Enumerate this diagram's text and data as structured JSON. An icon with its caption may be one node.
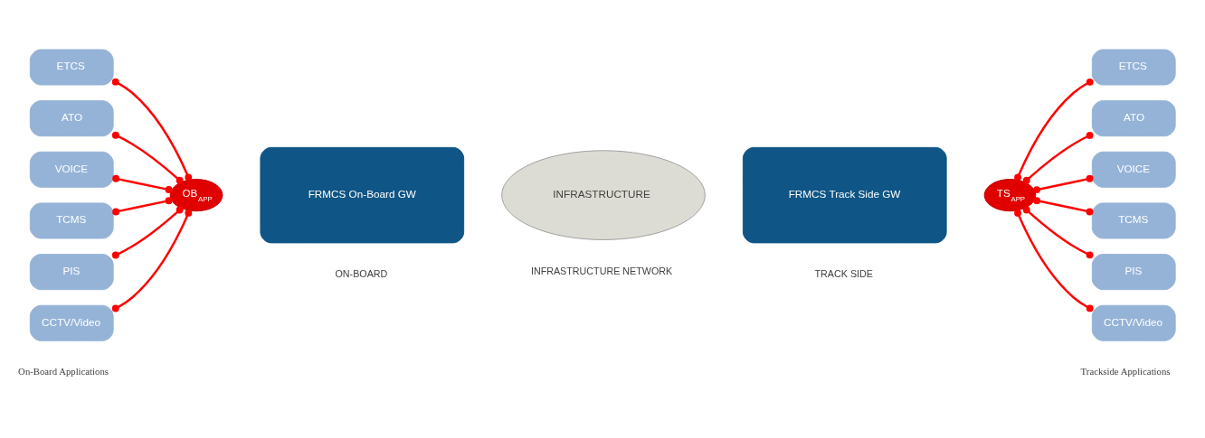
{
  "diagram": {
    "nodes": [
      {
        "text": [
          "ETCS"
        ]
      },
      {
        "text": [
          "ATO"
        ]
      },
      {
        "text": [
          "VOICE"
        ]
      },
      {
        "text": [
          "TCMS"
        ]
      },
      {
        "text": [
          "PIS"
        ]
      },
      {
        "text": [
          "CCTV/Video"
        ]
      },
      {
        "text": [
          "OB$_{APP}$"
        ]
      },
      {
        "text": [
          "FRMCS On-Board GW"
        ]
      },
      {
        "text": [
          "INFRASTRUCTURE"
        ]
      },
      {
        "text": [
          "FRMCS Track Side GW"
        ]
      },
      {
        "text": [
          "TS$_{APP}$"
        ]
      },
      {
        "text": [
          "ETCS"
        ]
      },
      {
        "text": [
          "ATO"
        ]
      },
      {
        "text": [
          "VOICE"
        ]
      },
      {
        "text": [
          "TCMS"
        ]
      },
      {
        "text": [
          "PIS"
        ]
      },
      {
        "text": [
          "CCTV/Video"
        ]
      }
    ],
    "edges": [
      {
        "from": 0,
        "to": 6,
        "arrow": "other"
      },
      {
        "from": 1,
        "to": 6,
        "arrow": "other"
      },
      {
        "from": 2,
        "to": 6,
        "arrow": "other"
      },
      {
        "from": 3,
        "to": 6,
        "arrow": "other"
      },
      {
        "from": 4,
        "to": 6,
        "arrow": "other"
      },
      {
        "from": 5,
        "to": 6,
        "arrow": "other"
      },
      {
        "from": 10,
        "to": 11,
        "arrow": "other"
      },
      {
        "from": 10,
        "to": 12,
        "arrow": "other"
      },
      {
        "from": 10,
        "to": 13,
        "arrow": "other"
      },
      {
        "from": 10,
        "to": 14,
        "arrow": "other"
      },
      {
        "from": 10,
        "to": 15,
        "arrow": "other"
      },
      {
        "from": 10,
        "to": 16,
        "arrow": "other"
      }
    ],
    "labels": [
      "On-Board Applications",
      "Trackside Applications",
      "ON-BOARD",
      "INFRASTRUCTURE NETWORK",
      "TRACK SIDE"
    ]
  }
}
